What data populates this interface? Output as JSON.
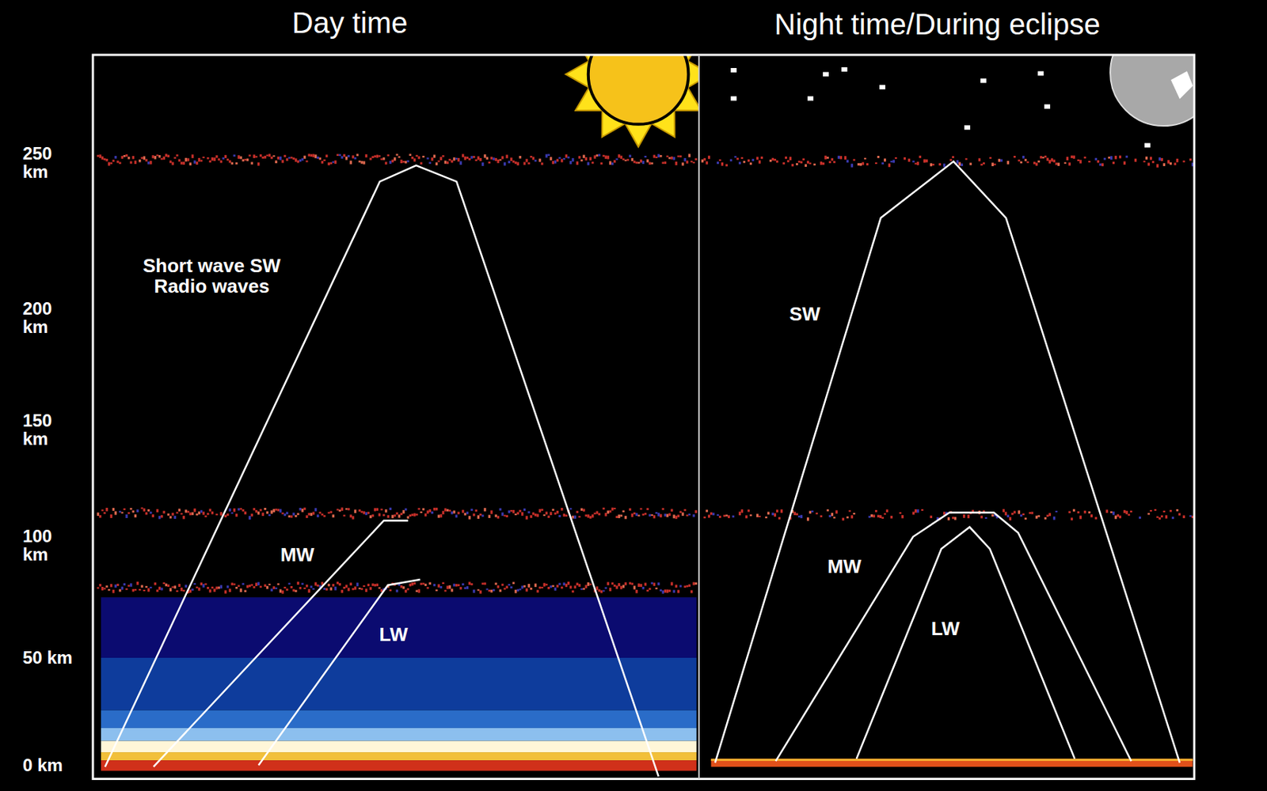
{
  "diagram": {
    "labels": [
      "Day time",
      "Night time/During eclipse",
      "250 km",
      "200 km",
      "150 km",
      "100 km",
      "50 km",
      "0 km",
      "Short wave SW Radio waves",
      "MW",
      "LW",
      "SW",
      "MW",
      "LW"
    ]
  }
}
